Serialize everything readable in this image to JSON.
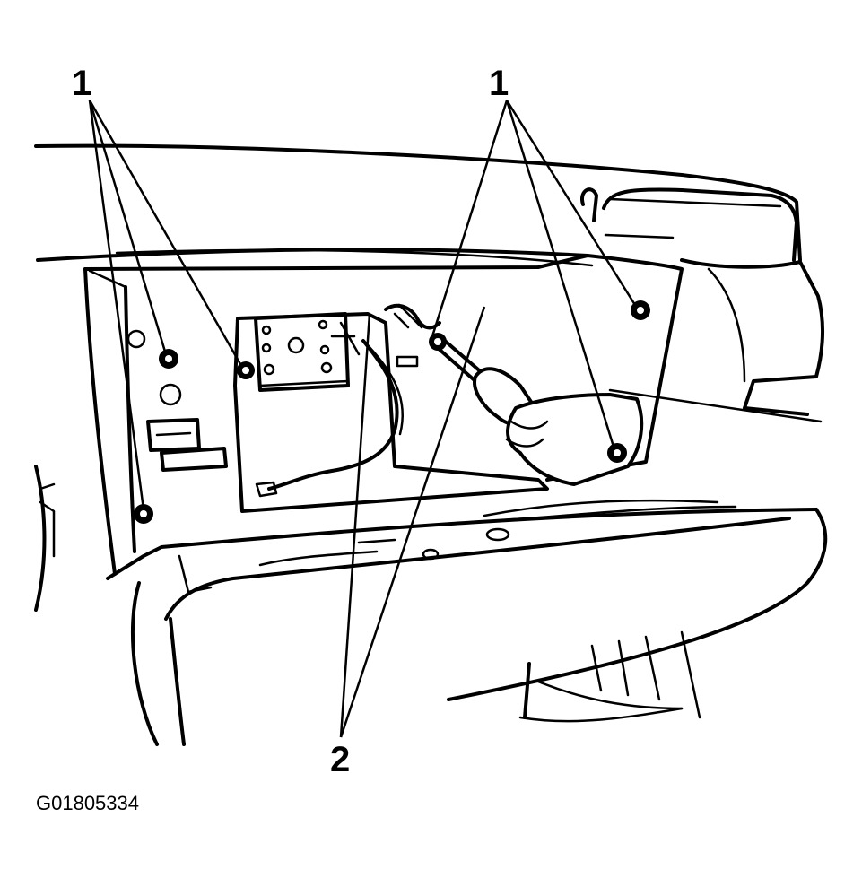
{
  "callouts": {
    "left_1": "1",
    "right_1": "1",
    "bottom_2": "2"
  },
  "figure_id": "G01805334",
  "colors": {
    "line": "#000000",
    "background": "#ffffff"
  }
}
